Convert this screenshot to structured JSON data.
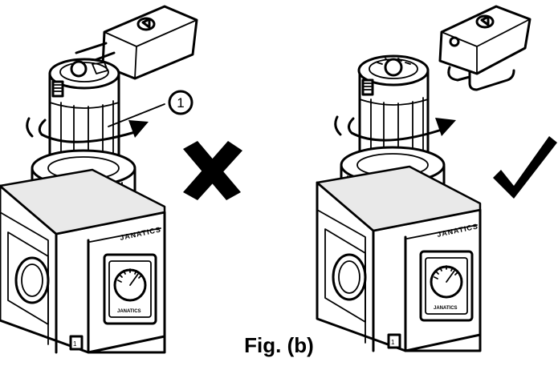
{
  "caption": "Fig. (b)",
  "callout_number": "1",
  "brand_label": "JANATICS",
  "marks": {
    "wrong": "x-mark",
    "right": "check-mark"
  },
  "tag_label": "1"
}
